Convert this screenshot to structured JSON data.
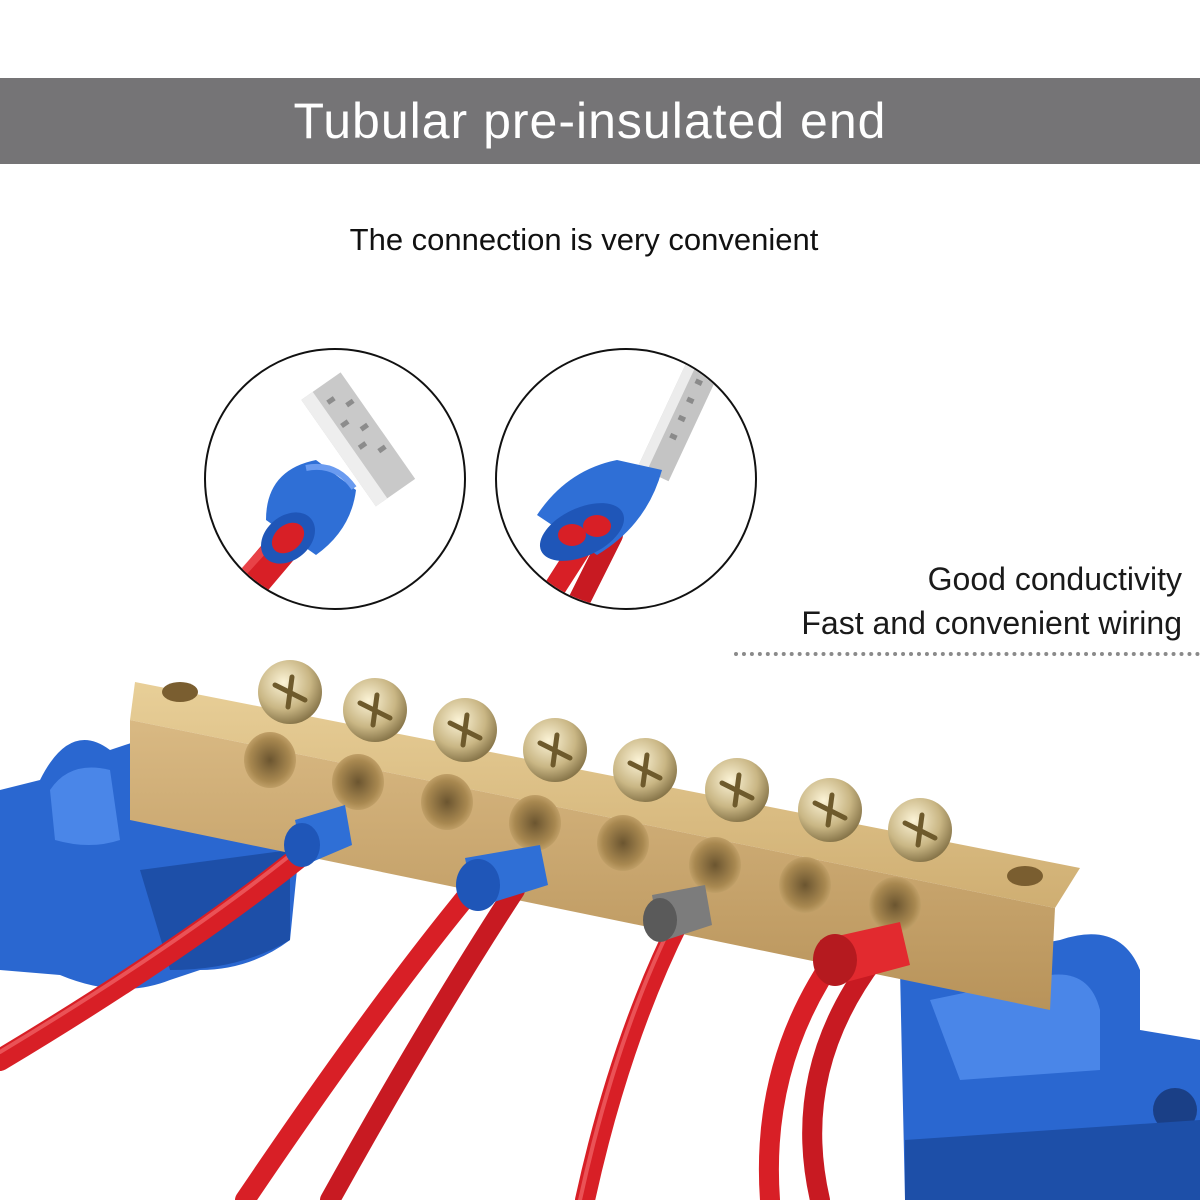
{
  "banner": {
    "title": "Tubular pre-insulated end"
  },
  "subtitle": "The connection is very convenient",
  "features": [
    "Good conductivity",
    "Fast and convenient wiring"
  ],
  "colors": {
    "banner_bg": "#757476",
    "ferrule_blue": "#2f6fd6",
    "wire_red": "#e0242a",
    "brass": "#c9a56b",
    "base_blue": "#2a67d0"
  },
  "illustrations": [
    {
      "name": "single-wire-ferrule-icon"
    },
    {
      "name": "twin-wire-ferrule-icon"
    },
    {
      "name": "brass-terminal-bar-icon"
    }
  ]
}
